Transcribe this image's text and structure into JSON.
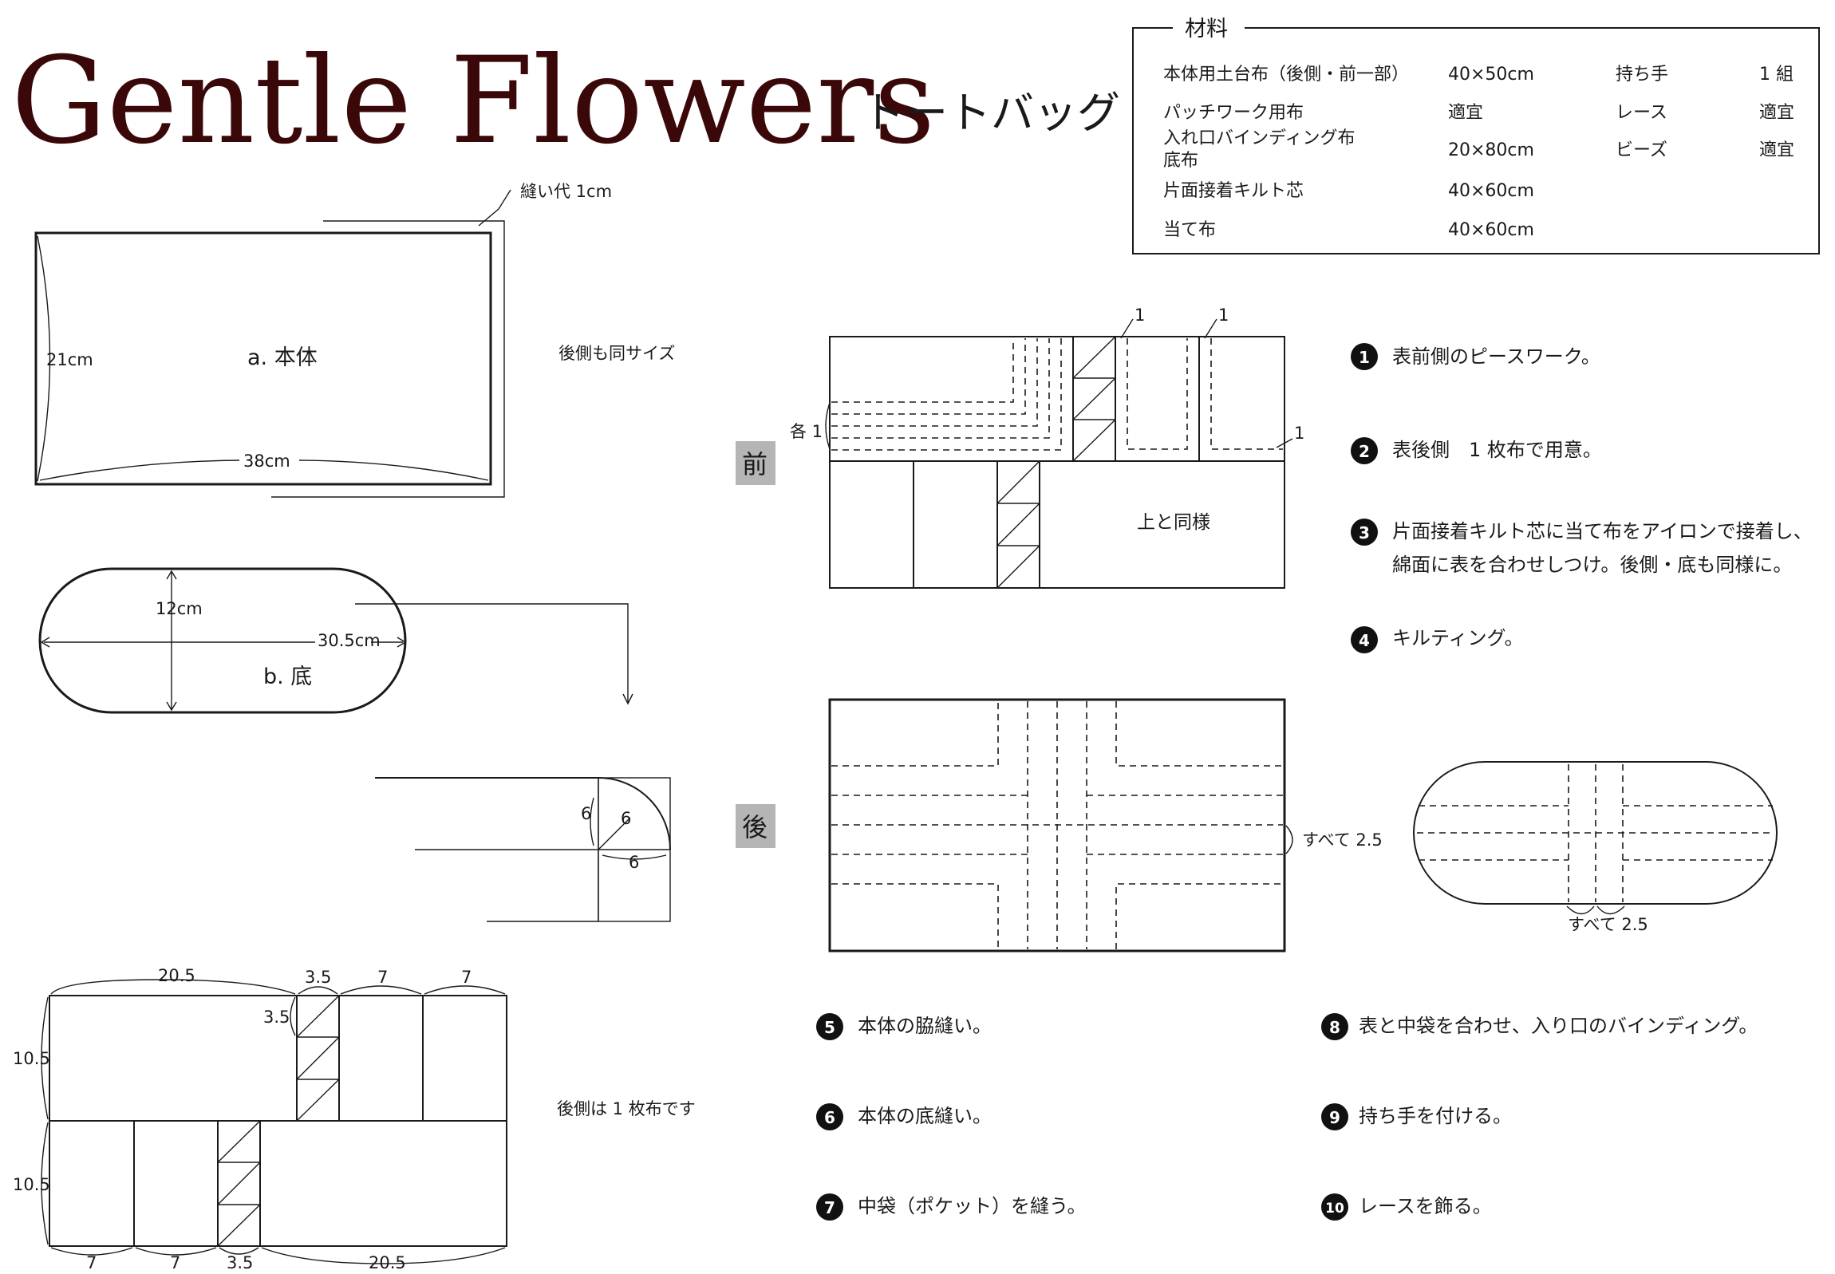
{
  "title": "Gentle Flowers",
  "subtitle": "トートバッグ",
  "materials": {
    "heading": "材料",
    "items": [
      {
        "name": "本体用土台布（後側・前一部）",
        "size": "40×50cm"
      },
      {
        "name": "パッチワーク用布",
        "size": "適宜"
      },
      {
        "name": "入れ口バインディング布",
        "name2": "底布",
        "size": "20×80cm"
      },
      {
        "name": "片面接着キルト芯",
        "size": "40×60cm"
      },
      {
        "name": "当て布",
        "size": "40×60cm"
      }
    ],
    "extras": [
      {
        "name": "持ち手",
        "qty": "1 組"
      },
      {
        "name": "レース",
        "qty": "適宜"
      },
      {
        "name": "ビーズ",
        "qty": "適宜"
      }
    ]
  },
  "body_pattern": {
    "seam": "縫い代 1cm",
    "label": "a. 本体",
    "height": "21cm",
    "width": "38cm",
    "note": "後側も同サイズ"
  },
  "bottom_pattern": {
    "label": "b. 底",
    "height": "12cm",
    "width": "30.5cm"
  },
  "corner_detail": {
    "a": "6",
    "b": "6",
    "c": "6"
  },
  "patchwork": {
    "top": [
      "20.5",
      "3.5",
      "7",
      "7"
    ],
    "left_upper": "10.5",
    "left_lower": "10.5",
    "tri": "3.5",
    "bottom": [
      "7",
      "7",
      "3.5",
      "20.5"
    ],
    "note": "後側は 1 枚布です"
  },
  "front": {
    "badge": "前",
    "each": "各 1",
    "m1": "1",
    "m2": "1",
    "m3": "1",
    "same": "上と同様"
  },
  "back": {
    "badge": "後",
    "all": "すべて 2.5",
    "all2": "すべて 2.5"
  },
  "steps": [
    {
      "num": "1",
      "text": "表前側のピースワーク。"
    },
    {
      "num": "2",
      "text": "表後側　1 枚布で用意。"
    },
    {
      "num": "3",
      "text": "片面接着キルト芯に当て布をアイロンで接着し、",
      "text2": "綿面に表を合わせしつけ。後側・底も同様に。"
    },
    {
      "num": "4",
      "text": "キルティング。"
    },
    {
      "num": "5",
      "text": "本体の脇縫い。"
    },
    {
      "num": "6",
      "text": "本体の底縫い。"
    },
    {
      "num": "7",
      "text": "中袋（ポケット）を縫う。"
    },
    {
      "num": "8",
      "text": "表と中袋を合わせ、入り口のバインディング。"
    },
    {
      "num": "9",
      "text": "持ち手を付ける。"
    },
    {
      "num": "10",
      "text": "レースを飾る。"
    }
  ]
}
